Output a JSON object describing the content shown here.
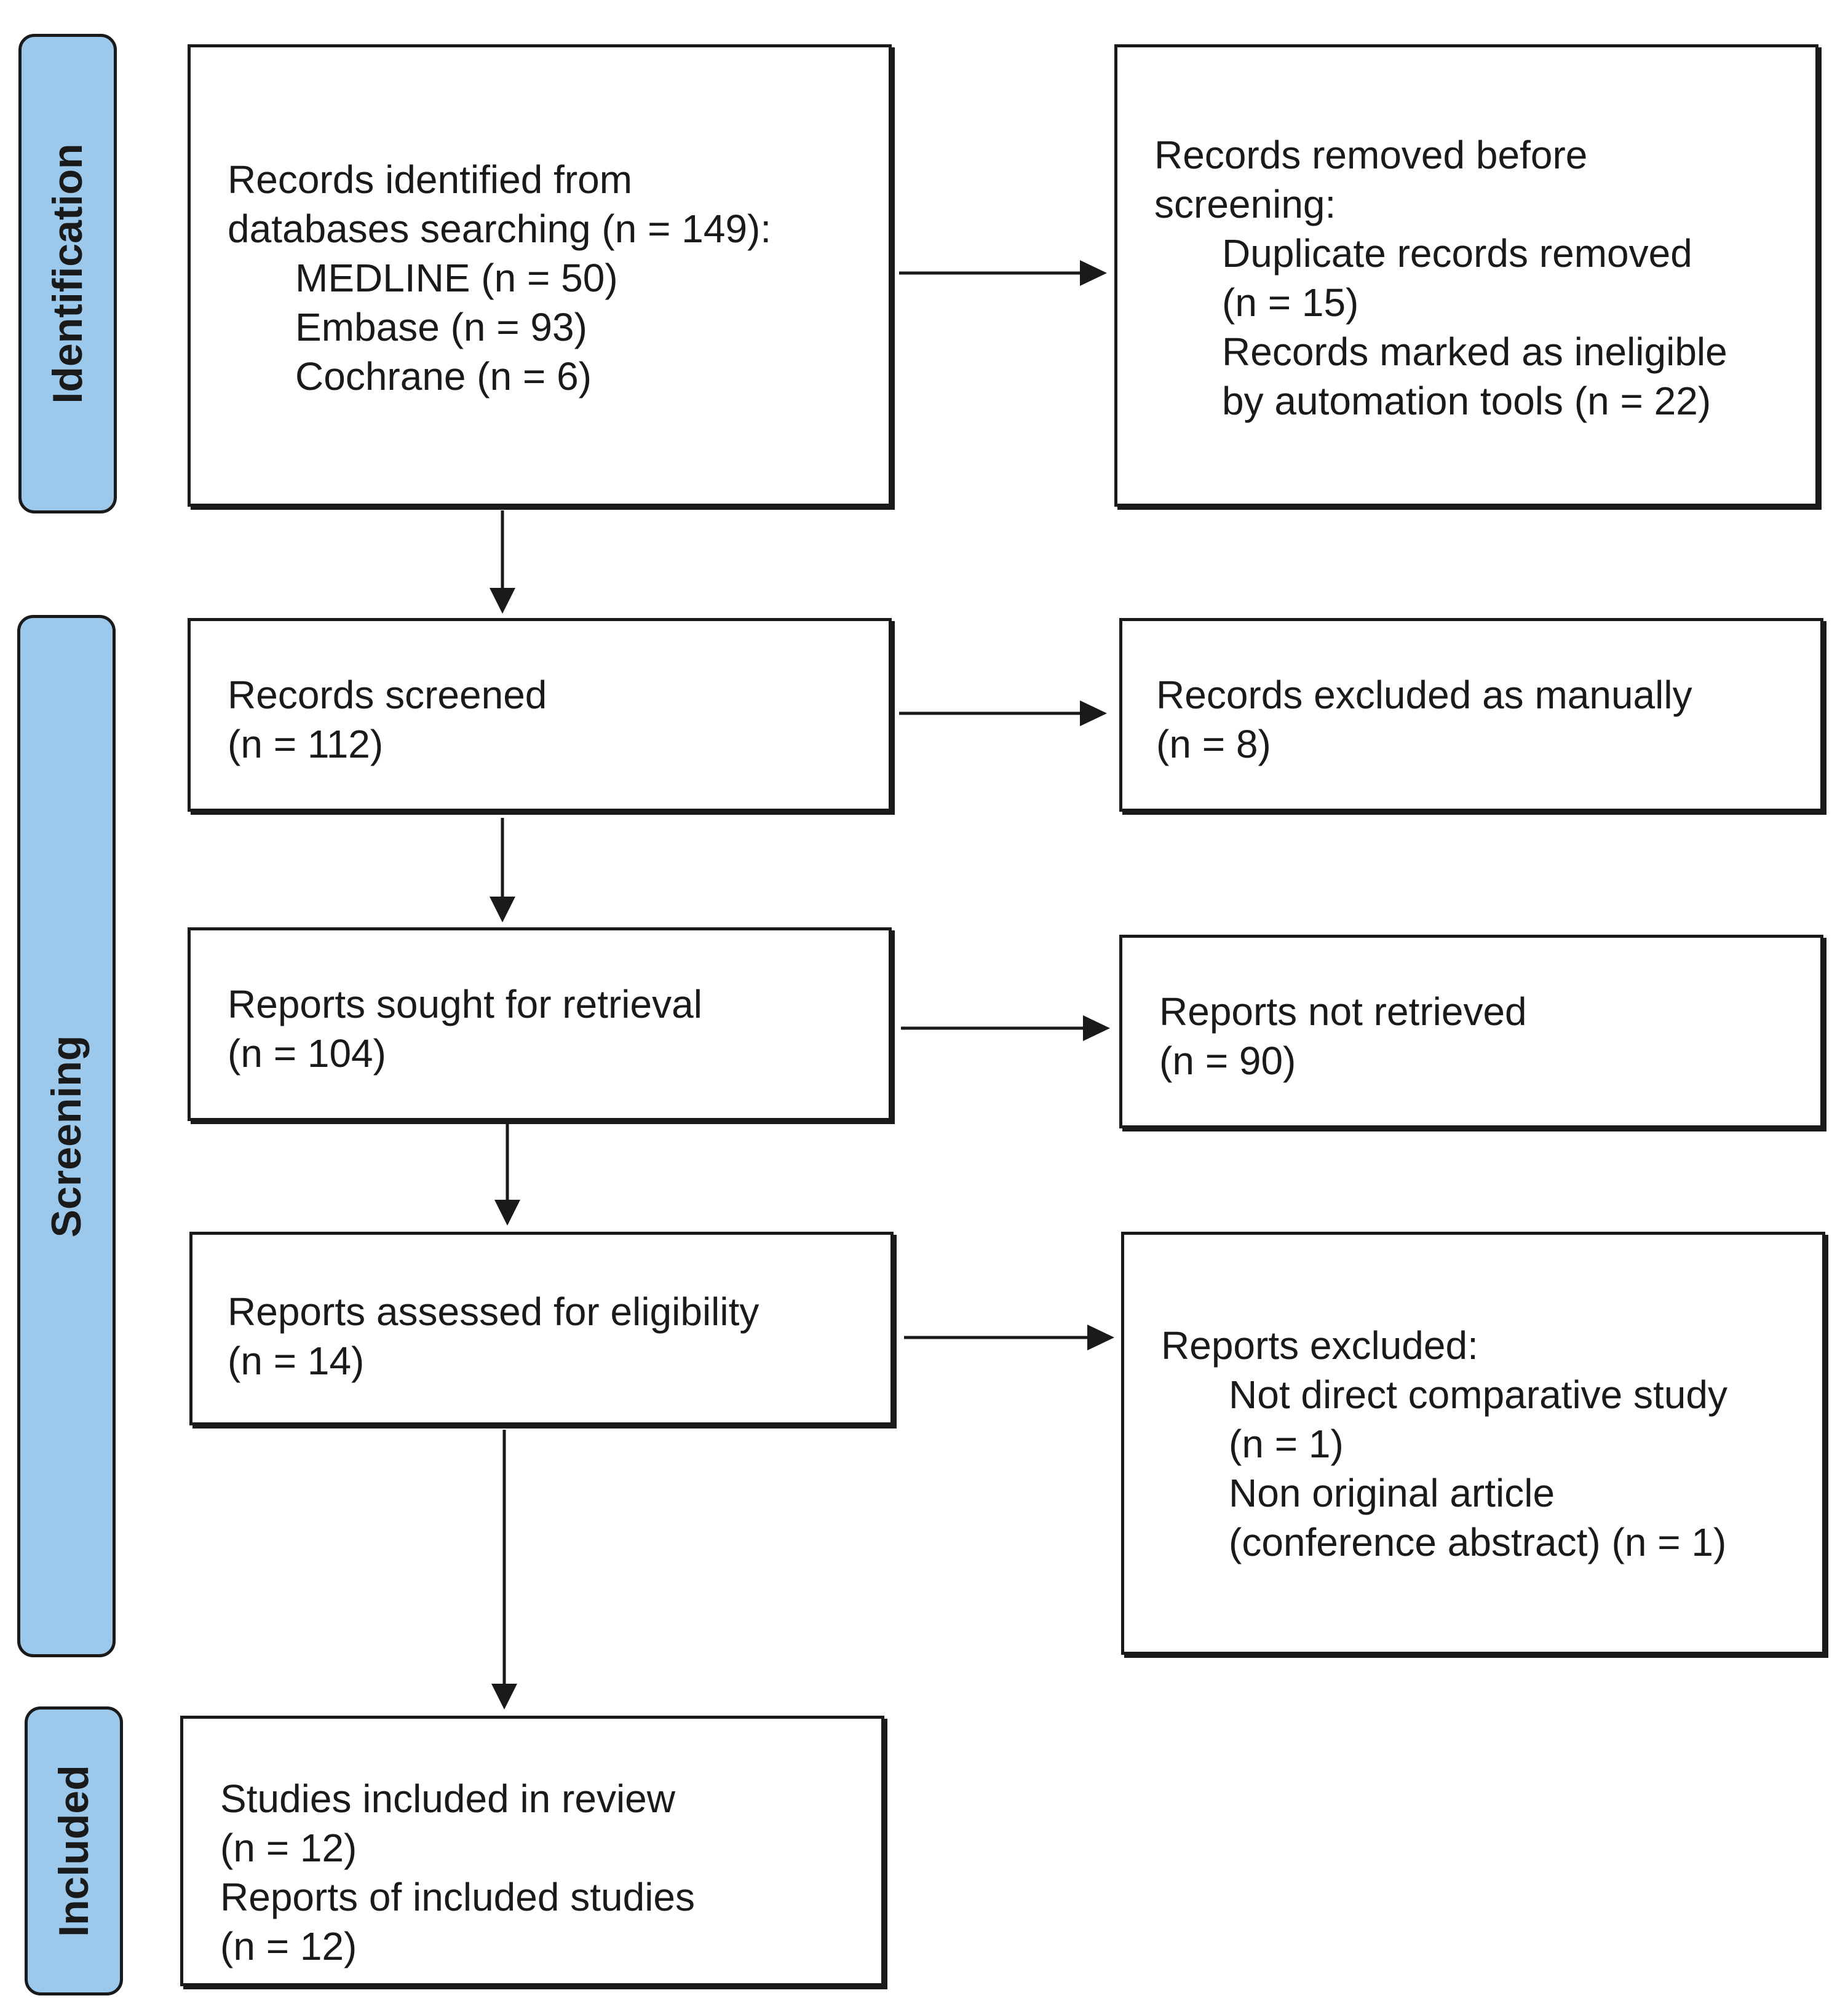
{
  "phases": {
    "identification": "Identification",
    "screening": "Screening",
    "included": "Included"
  },
  "identification_box": {
    "title_line1": "Records identified from",
    "title_line2": "databases searching (n = 149):",
    "sources": [
      "MEDLINE (n = 50)",
      "Embase (n = 93)",
      "Cochrane (n = 6)"
    ]
  },
  "removed_box": {
    "title_line1": "Records removed before",
    "title_line2": "screening:",
    "items": [
      "Duplicate records removed",
      "(n = 15)",
      "Records marked as ineligible",
      "by automation tools (n = 22)"
    ]
  },
  "screened_box": {
    "line1": "Records screened",
    "line2": "(n = 112)"
  },
  "excluded_manual_box": {
    "line1": "Records excluded as manually",
    "line2": "(n = 8)"
  },
  "sought_box": {
    "line1": "Reports sought for retrieval",
    "line2": "(n = 104)"
  },
  "not_retrieved_box": {
    "line1": "Reports not retrieved",
    "line2": "(n = 90)"
  },
  "assessed_box": {
    "line1": "Reports assessed for eligibility",
    "line2": "(n = 14)"
  },
  "reports_excluded_box": {
    "title": "Reports excluded:",
    "items": [
      "Not direct comparative study",
      "(n = 1)",
      "Non original article",
      "(conference abstract) (n = 1)"
    ]
  },
  "included_box": {
    "line1": "Studies included in review",
    "line2": "(n = 12)",
    "line3": "Reports of included studies",
    "line4": "(n = 12)"
  }
}
